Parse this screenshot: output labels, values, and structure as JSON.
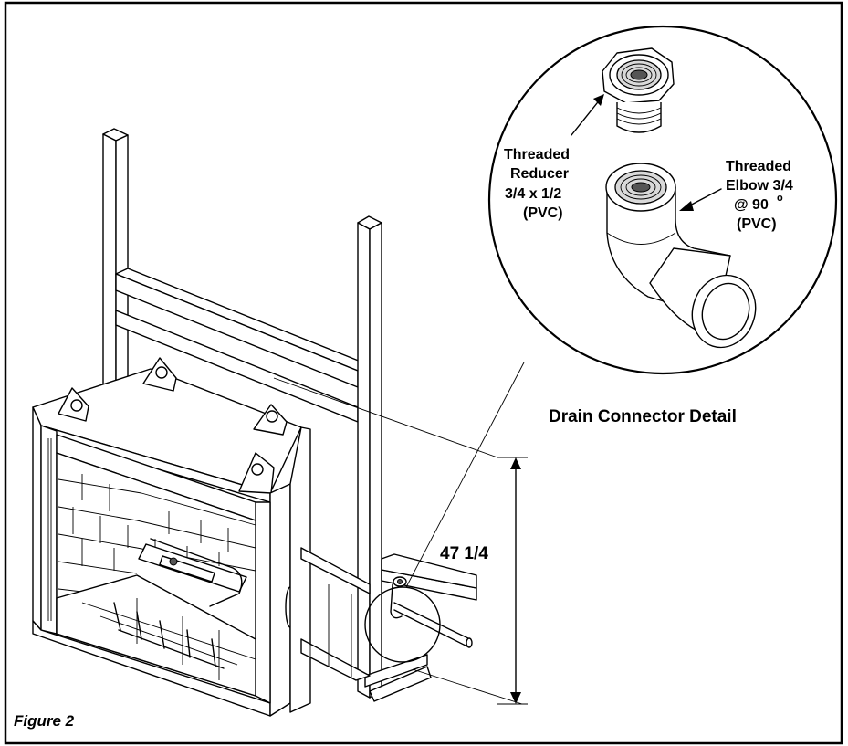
{
  "figure": {
    "caption": "Figure 2",
    "detail_title": "Drain Connector Detail",
    "dimension": "47 1/4"
  },
  "reducer_label": {
    "line1": "Threaded",
    "line2": "Reducer",
    "line3": "3/4 x 1/2",
    "line4": "(PVC)"
  },
  "elbow_label": {
    "line1": "Threaded",
    "line2": "Elbow 3/4",
    "line3": "@ 90",
    "degree": "o",
    "line4": "(PVC)"
  }
}
